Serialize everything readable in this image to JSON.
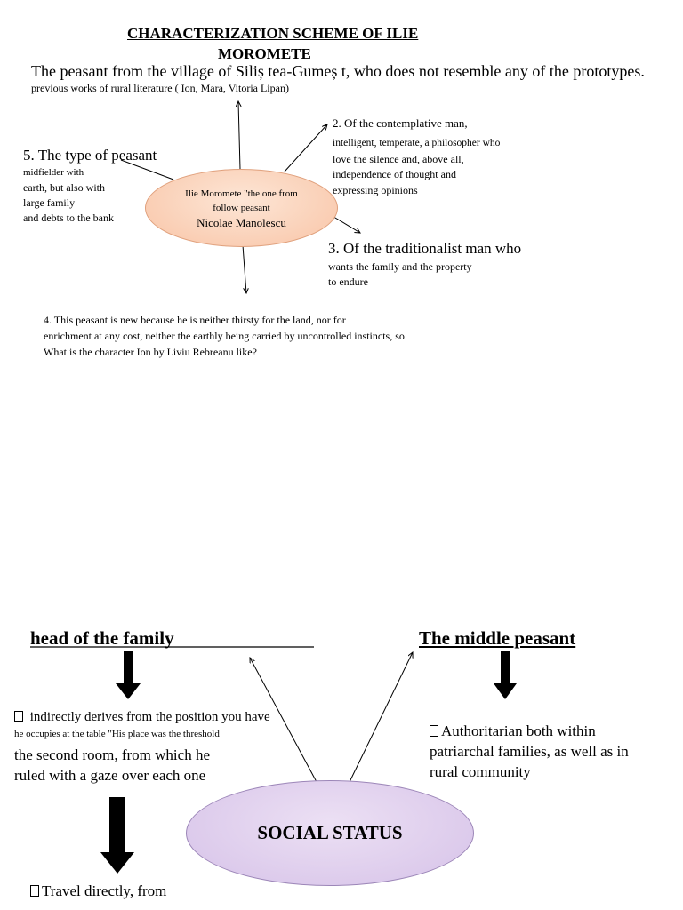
{
  "title": {
    "line1": "CHARACTERIZATION SCHEME OF ILIE",
    "line2": "MOROMETE"
  },
  "intro": {
    "line1": "The peasant from the village of Siliș tea-Gumeș t, who does not resemble any of the prototypes.",
    "line2": "previous works of rural literature ( Ion, Mara, Vitoria Lipan)"
  },
  "center_node": {
    "line1": "Ilie Moromete \"the one from",
    "line2": "follow peasant",
    "line3": "Nicolae Manolescu",
    "fill": "#f8c4a6"
  },
  "branch2": {
    "heading": "2. Of the contemplative man,",
    "lines": [
      "intelligent, temperate, a philosopher who",
      "love the silence and, above all,",
      "independence of thought and",
      "expressing opinions"
    ]
  },
  "branch3": {
    "heading": "3. Of the traditionalist man who",
    "lines": [
      "wants the family and the property",
      "to endure"
    ]
  },
  "branch4": {
    "lines": [
      "4. This peasant is new because he is neither thirsty for the land, nor for",
      "enrichment at any cost, neither the earthly being carried by uncontrolled instincts, so",
      "What is the character Ion by Liviu Rebreanu like?"
    ]
  },
  "branch5": {
    "heading": "5. The type of peasant",
    "lines": [
      "midfielder with",
      "earth, but also with",
      "large family",
      "and debts to the bank"
    ]
  },
  "section2": {
    "head_family": "head of the family",
    "middle_peasant": "The middle peasant",
    "left_text": {
      "line1": " indirectly derives from the position you have",
      "line2": "he occupies at the table \"His place was the threshold",
      "line3": "the second room, from which he",
      "line4": "ruled with a gaze over each one"
    },
    "right_text": {
      "line1": "Authoritarian both within",
      "line2": "patriarchal families, as well as in",
      "line3": "rural community"
    },
    "bottom_text": "Travel directly, from",
    "social_status": "SOCIAL STATUS",
    "fill": "#d6c2e8",
    "bullet": ""
  }
}
